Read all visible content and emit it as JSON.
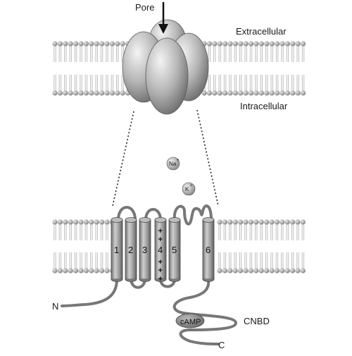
{
  "labels": {
    "pore": "Pore",
    "extracellular": "Extracellular",
    "intracellular": "Intracellular",
    "n_terminus": "N",
    "c_terminus": "C",
    "cnbd": "CNBD",
    "camp": "cAMP"
  },
  "ions": {
    "sodium": "Na",
    "sodium_charge": "+",
    "potassium": "K",
    "potassium_charge": "+"
  },
  "segments": [
    "1",
    "2",
    "3",
    "4",
    "5",
    "6"
  ],
  "s4_charges": [
    "+",
    "+",
    "+",
    "+",
    "+",
    "+"
  ],
  "colors": {
    "lipid_head": "#9a9a9a",
    "lipid_tail": "#bdbdbd",
    "protein": "#8c8c8c",
    "protein_light": "#e6e6e6",
    "line": "#333333"
  }
}
